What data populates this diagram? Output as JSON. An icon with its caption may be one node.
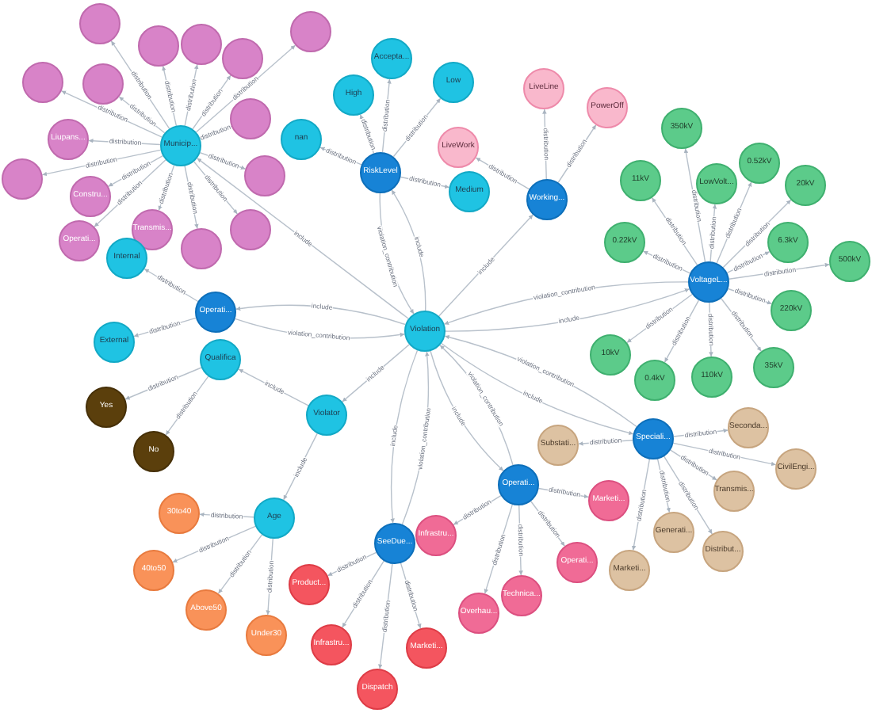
{
  "diagram": {
    "nodes": [
      {
        "text": [
          "Municip..."
        ]
      },
      {
        "text": [],
        "shape": "circle"
      },
      {
        "text": [],
        "shape": "circle"
      },
      {
        "text": [],
        "shape": "circle"
      },
      {
        "text": [],
        "shape": "circle"
      },
      {
        "text": [],
        "shape": "circle"
      },
      {
        "text": [],
        "shape": "circle"
      },
      {
        "text": [],
        "shape": "circle"
      },
      {
        "text": [],
        "shape": "circle"
      },
      {
        "text": [
          "Liupans..."
        ]
      },
      {
        "text": [],
        "shape": "circle"
      },
      {
        "text": [],
        "shape": "circle"
      },
      {
        "text": [
          "Constru..."
        ]
      },
      {
        "text": [
          "Operati..."
        ]
      },
      {
        "text": [
          "Transmis..."
        ]
      },
      {
        "text": [],
        "shape": "circle"
      },
      {
        "text": [],
        "shape": "circle"
      },
      {
        "text": [
          "RiskLevel"
        ]
      },
      {
        "text": [
          "Accepta..."
        ]
      },
      {
        "text": [
          "High"
        ]
      },
      {
        "text": [
          "Low"
        ]
      },
      {
        "text": [
          "nan"
        ]
      },
      {
        "text": [
          "Medium"
        ]
      },
      {
        "text": [
          "Working..."
        ]
      },
      {
        "text": [
          "LiveLine"
        ]
      },
      {
        "text": [
          "LiveWork"
        ]
      },
      {
        "text": [
          "PowerOff"
        ]
      },
      {
        "text": [
          "VoltageL..."
        ]
      },
      {
        "text": [
          "350kV"
        ]
      },
      {
        "text": [
          "11kV"
        ]
      },
      {
        "text": [
          "LowVolt..."
        ]
      },
      {
        "text": [
          "0.52kV"
        ]
      },
      {
        "text": [
          "20kV"
        ]
      },
      {
        "text": [
          "0.22kV"
        ]
      },
      {
        "text": [
          "6.3kV"
        ]
      },
      {
        "text": [
          "500kV"
        ]
      },
      {
        "text": [
          "10kV"
        ]
      },
      {
        "text": [
          "220kV"
        ]
      },
      {
        "text": [
          "0.4kV"
        ]
      },
      {
        "text": [
          "110kV"
        ]
      },
      {
        "text": [
          "35kV"
        ]
      },
      {
        "text": [
          "Internal"
        ]
      },
      {
        "text": [
          "Operati..."
        ]
      },
      {
        "text": [
          "External"
        ]
      },
      {
        "text": [
          "Violation"
        ]
      },
      {
        "text": [
          "Qualifica"
        ]
      },
      {
        "text": [
          "Yes"
        ]
      },
      {
        "text": [
          "No"
        ]
      },
      {
        "text": [
          "Violator"
        ]
      },
      {
        "text": [
          "Speciali..."
        ]
      },
      {
        "text": [
          "Substati..."
        ]
      },
      {
        "text": [
          "Seconda..."
        ]
      },
      {
        "text": [
          "CivilEngi..."
        ]
      },
      {
        "text": [
          "Transmis..."
        ]
      },
      {
        "text": [
          "Generati..."
        ]
      },
      {
        "text": [
          "Distribut..."
        ]
      },
      {
        "text": [
          "Marketi..."
        ]
      },
      {
        "text": [
          "Operati..."
        ]
      },
      {
        "text": [
          "Infrastru..."
        ]
      },
      {
        "text": [
          "Marketi..."
        ]
      },
      {
        "text": [
          "Operati..."
        ]
      },
      {
        "text": [
          "Technica..."
        ]
      },
      {
        "text": [
          "Overhau..."
        ]
      },
      {
        "text": [
          "Age"
        ]
      },
      {
        "text": [
          "30to40"
        ]
      },
      {
        "text": [
          "40to50"
        ]
      },
      {
        "text": [
          "Above50"
        ]
      },
      {
        "text": [
          "Under30"
        ]
      },
      {
        "text": [
          "SeeDue..."
        ]
      },
      {
        "text": [
          "Product..."
        ]
      },
      {
        "text": [
          "Infrastru..."
        ]
      },
      {
        "text": [
          "Marketi..."
        ]
      },
      {
        "text": [
          "Dispatch"
        ]
      }
    ],
    "edges": [
      {
        "from": 0,
        "to": 1,
        "arrow": "to",
        "label": "distribution"
      },
      {
        "from": 0,
        "to": 2,
        "arrow": "to",
        "label": "distribution"
      },
      {
        "from": 0,
        "to": 3,
        "arrow": "to",
        "label": "distribution"
      },
      {
        "from": 0,
        "to": 4,
        "arrow": "to",
        "label": "distribution"
      },
      {
        "from": 0,
        "to": 5,
        "arrow": "to",
        "label": "distribution"
      },
      {
        "from": 0,
        "to": 6,
        "arrow": "to",
        "label": "distribution"
      },
      {
        "from": 0,
        "to": 7,
        "arrow": "to",
        "label": "distribution"
      },
      {
        "from": 0,
        "to": 8,
        "arrow": "to",
        "label": "distribution"
      },
      {
        "from": 0,
        "to": 9,
        "arrow": "to",
        "label": "distribution"
      },
      {
        "from": 0,
        "to": 10,
        "arrow": "to",
        "label": "distribution"
      },
      {
        "from": 0,
        "to": 11,
        "arrow": "to",
        "label": "distribution"
      },
      {
        "from": 0,
        "to": 12,
        "arrow": "to",
        "label": "distribution"
      },
      {
        "from": 0,
        "to": 13,
        "arrow": "to",
        "label": "distribution"
      },
      {
        "from": 0,
        "to": 14,
        "arrow": "to",
        "label": "distribution"
      },
      {
        "from": 0,
        "to": 15,
        "arrow": "to",
        "label": "distribution"
      },
      {
        "from": 0,
        "to": 16,
        "arrow": "to",
        "label": "distribution"
      },
      {
        "from": 17,
        "to": 18,
        "arrow": "to",
        "label": "distribution"
      },
      {
        "from": 17,
        "to": 19,
        "arrow": "to",
        "label": "distribution"
      },
      {
        "from": 17,
        "to": 20,
        "arrow": "to",
        "label": "distribution"
      },
      {
        "from": 17,
        "to": 21,
        "arrow": "to",
        "label": "distribution"
      },
      {
        "from": 17,
        "to": 22,
        "arrow": "to",
        "label": "distribution"
      },
      {
        "from": 23,
        "to": 24,
        "arrow": "to",
        "label": "distribution"
      },
      {
        "from": 23,
        "to": 25,
        "arrow": "to",
        "label": "distribution"
      },
      {
        "from": 23,
        "to": 26,
        "arrow": "to",
        "label": "distribution"
      },
      {
        "from": 27,
        "to": 28,
        "arrow": "to",
        "label": "distribution"
      },
      {
        "from": 27,
        "to": 29,
        "arrow": "to",
        "label": "distribution"
      },
      {
        "from": 27,
        "to": 30,
        "arrow": "to",
        "label": "distribution"
      },
      {
        "from": 27,
        "to": 31,
        "arrow": "to",
        "label": "distribution"
      },
      {
        "from": 27,
        "to": 32,
        "arrow": "to",
        "label": "distribution"
      },
      {
        "from": 27,
        "to": 33,
        "arrow": "to",
        "label": "distribution"
      },
      {
        "from": 27,
        "to": 34,
        "arrow": "to",
        "label": "distribution"
      },
      {
        "from": 27,
        "to": 35,
        "arrow": "to",
        "label": "distribution"
      },
      {
        "from": 27,
        "to": 36,
        "arrow": "to",
        "label": "distribution"
      },
      {
        "from": 27,
        "to": 37,
        "arrow": "to",
        "label": "distribution"
      },
      {
        "from": 27,
        "to": 38,
        "arrow": "to",
        "label": "distribution"
      },
      {
        "from": 27,
        "to": 39,
        "arrow": "to",
        "label": "distribution"
      },
      {
        "from": 27,
        "to": 40,
        "arrow": "to",
        "label": "distribution"
      },
      {
        "from": 42,
        "to": 41,
        "arrow": "to",
        "label": "distribution"
      },
      {
        "from": 42,
        "to": 43,
        "arrow": "to",
        "label": "distribution"
      },
      {
        "from": 45,
        "to": 46,
        "arrow": "to",
        "label": "distribution"
      },
      {
        "from": 45,
        "to": 47,
        "arrow": "to",
        "label": "distribution"
      },
      {
        "from": 48,
        "to": 45,
        "arrow": "to",
        "label": "include"
      },
      {
        "from": 48,
        "to": 63,
        "arrow": "to",
        "label": "include"
      },
      {
        "from": 49,
        "to": 50,
        "arrow": "to",
        "label": "distribution"
      },
      {
        "from": 49,
        "to": 51,
        "arrow": "to",
        "label": "distribution"
      },
      {
        "from": 49,
        "to": 52,
        "arrow": "to",
        "label": "distribution"
      },
      {
        "from": 49,
        "to": 53,
        "arrow": "to",
        "label": "distribution"
      },
      {
        "from": 49,
        "to": 54,
        "arrow": "to",
        "label": "distribution"
      },
      {
        "from": 49,
        "to": 55,
        "arrow": "to",
        "label": "distribution"
      },
      {
        "from": 49,
        "to": 56,
        "arrow": "to",
        "label": "distribution"
      },
      {
        "from": 57,
        "to": 58,
        "arrow": "to",
        "label": "distribution"
      },
      {
        "from": 57,
        "to": 59,
        "arrow": "to",
        "label": "distribution"
      },
      {
        "from": 57,
        "to": 60,
        "arrow": "to",
        "label": "distribution"
      },
      {
        "from": 57,
        "to": 61,
        "arrow": "to",
        "label": "distribution"
      },
      {
        "from": 57,
        "to": 62,
        "arrow": "to",
        "label": "distribution"
      },
      {
        "from": 63,
        "to": 64,
        "arrow": "to",
        "label": "distribution"
      },
      {
        "from": 63,
        "to": 65,
        "arrow": "to",
        "label": "distribution"
      },
      {
        "from": 63,
        "to": 66,
        "arrow": "to",
        "label": "distribution"
      },
      {
        "from": 63,
        "to": 67,
        "arrow": "to",
        "label": "distribution"
      },
      {
        "from": 68,
        "to": 69,
        "arrow": "to",
        "label": "distribution"
      },
      {
        "from": 68,
        "to": 70,
        "arrow": "to",
        "label": "distribution"
      },
      {
        "from": 68,
        "to": 71,
        "arrow": "to",
        "label": "distribution"
      },
      {
        "from": 68,
        "to": 72,
        "arrow": "to",
        "label": "distribution"
      },
      {
        "from": 44,
        "to": 0,
        "arrow": "to",
        "label": "include"
      },
      {
        "from": 44,
        "to": 17,
        "arrow": "to",
        "label": "include"
      },
      {
        "from": 44,
        "to": 23,
        "arrow": "to",
        "label": "include"
      },
      {
        "from": 44,
        "to": 27,
        "arrow": "to",
        "label": "include"
      },
      {
        "from": 44,
        "to": 42,
        "arrow": "to",
        "label": "include"
      },
      {
        "from": 44,
        "to": 48,
        "arrow": "to",
        "label": "include"
      },
      {
        "from": 44,
        "to": 49,
        "arrow": "to",
        "label": "include"
      },
      {
        "from": 44,
        "to": 57,
        "arrow": "to",
        "label": "include"
      },
      {
        "from": 44,
        "to": 68,
        "arrow": "to",
        "label": "include"
      },
      {
        "from": 42,
        "to": 44,
        "arrow": "to",
        "label": "violation_contribution"
      },
      {
        "from": 17,
        "to": 44,
        "arrow": "to",
        "label": "violation_contribution"
      },
      {
        "from": 27,
        "to": 44,
        "arrow": "to",
        "label": "violation_contribution"
      },
      {
        "from": 49,
        "to": 44,
        "arrow": "to",
        "label": "violation_contribution"
      },
      {
        "from": 57,
        "to": 44,
        "arrow": "to",
        "label": "violation_contribution"
      },
      {
        "from": 68,
        "to": 44,
        "arrow": "to",
        "label": "violation_contribution"
      }
    ]
  }
}
